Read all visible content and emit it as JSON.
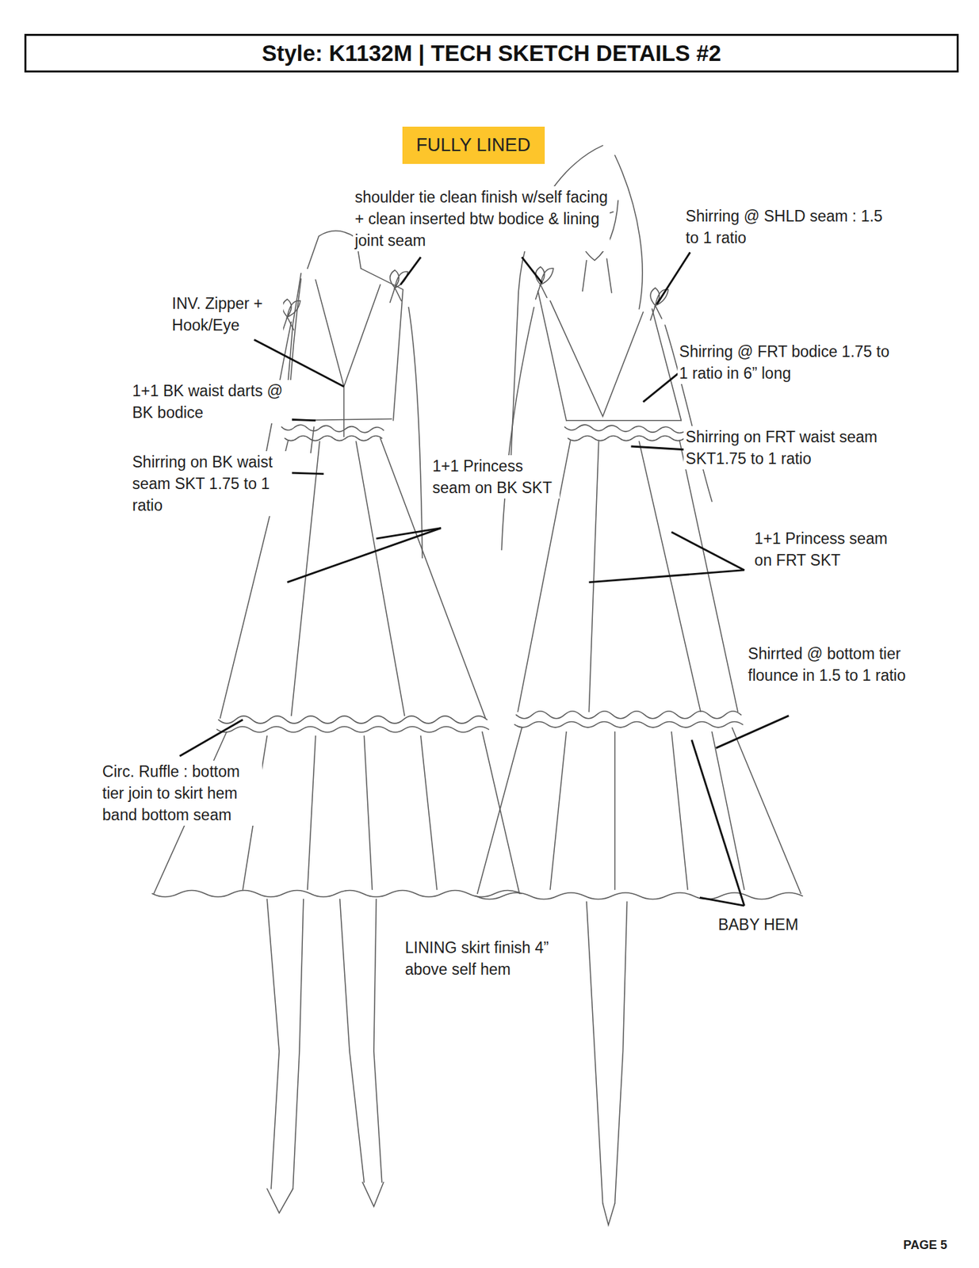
{
  "diagram": {
    "title": "Style: K1132M | TECH SKETCH DETAILS #2",
    "nodes": [
      {
        "text": [
          "FULLY LINED"
        ]
      }
    ],
    "labels": [
      "shoulder tie clean finish w/self facing + clean inserted btw bodice & lining joint seam",
      "Shirring @ SHLD seam : 1.5 to 1 ratio",
      "INV. Zipper + Hook/Eye",
      "Shirring @ FRT bodice 1.75 to 1 ratio in 6” long",
      "1+1 BK waist darts @ BK bodice",
      "Shirring on FRT waist seam SKT1.75 to 1 ratio",
      "Shirring on BK waist seam SKT 1.75 to 1 ratio",
      "1+1 Princess seam on BK SKT",
      "1+1 Princess seam on FRT SKT",
      "Shirrted @ bottom tier flounce in 1.5 to 1 ratio",
      "Circ. Ruffle : bottom tier join to skirt hem band bottom seam",
      "BABY HEM",
      "LINING skirt finish 4” above self hem",
      "PAGE 5"
    ]
  }
}
